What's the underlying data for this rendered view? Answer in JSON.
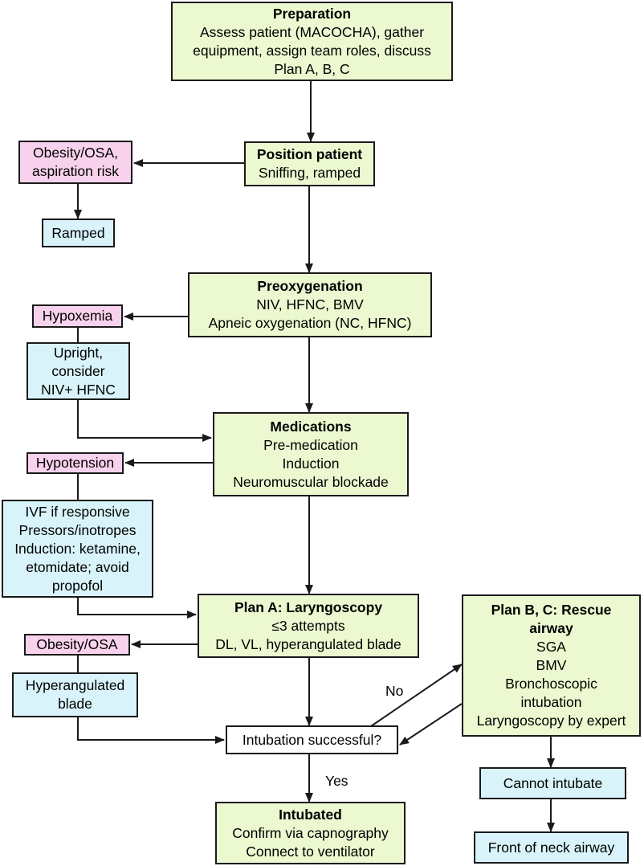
{
  "nodes": {
    "preparation": {
      "title": "Preparation",
      "lines": [
        "Assess patient (MACOCHA), gather",
        "equipment, assign team roles, discuss",
        "Plan A, B, C"
      ]
    },
    "position": {
      "title": "Position patient",
      "lines": [
        "Sniffing, ramped"
      ]
    },
    "obesity_osa_aspiration": {
      "lines": [
        "Obesity/OSA,",
        "aspiration risk"
      ]
    },
    "ramped": {
      "lines": [
        "Ramped"
      ]
    },
    "preoxygenation": {
      "title": "Preoxygenation",
      "lines": [
        "NIV, HFNC, BMV",
        "Apneic oxygenation (NC, HFNC)"
      ]
    },
    "hypoxemia": {
      "lines": [
        "Hypoxemia"
      ]
    },
    "upright": {
      "lines": [
        "Upright,",
        "consider",
        "NIV+ HFNC"
      ]
    },
    "medications": {
      "title": "Medications",
      "lines": [
        "Pre-medication",
        "Induction",
        "Neuromuscular blockade"
      ]
    },
    "hypotension": {
      "lines": [
        "Hypotension"
      ]
    },
    "ivf": {
      "lines": [
        "IVF if responsive",
        "Pressors/inotropes",
        "Induction: ketamine,",
        "etomidate; avoid",
        "propofol"
      ]
    },
    "plan_a": {
      "title": "Plan A: Laryngoscopy",
      "lines": [
        "≤3 attempts",
        "DL, VL, hyperangulated blade"
      ]
    },
    "obesity_osa": {
      "lines": [
        "Obesity/OSA"
      ]
    },
    "hyperangulated": {
      "lines": [
        "Hyperangulated",
        "blade"
      ]
    },
    "intubation_successful": {
      "lines": [
        "Intubation successful?"
      ]
    },
    "plan_bc": {
      "title_lines": [
        "Plan B, C: Rescue",
        "airway"
      ],
      "lines": [
        "SGA",
        "BMV",
        "Bronchoscopic",
        "intubation",
        "Laryngoscopy by expert"
      ]
    },
    "intubated": {
      "title": "Intubated",
      "lines": [
        "Confirm via capnography",
        "Connect to ventilator"
      ]
    },
    "cannot_intubate": {
      "lines": [
        "Cannot intubate"
      ]
    },
    "front_of_neck": {
      "lines": [
        "Front of neck airway"
      ]
    }
  },
  "edge_labels": {
    "no": "No",
    "yes": "Yes"
  },
  "colors": {
    "action": "#ecf8d0",
    "risk": "#f8d2ec",
    "intervention": "#d8f4fa",
    "decision": "#ffffff",
    "line": "#1a1a1a"
  }
}
